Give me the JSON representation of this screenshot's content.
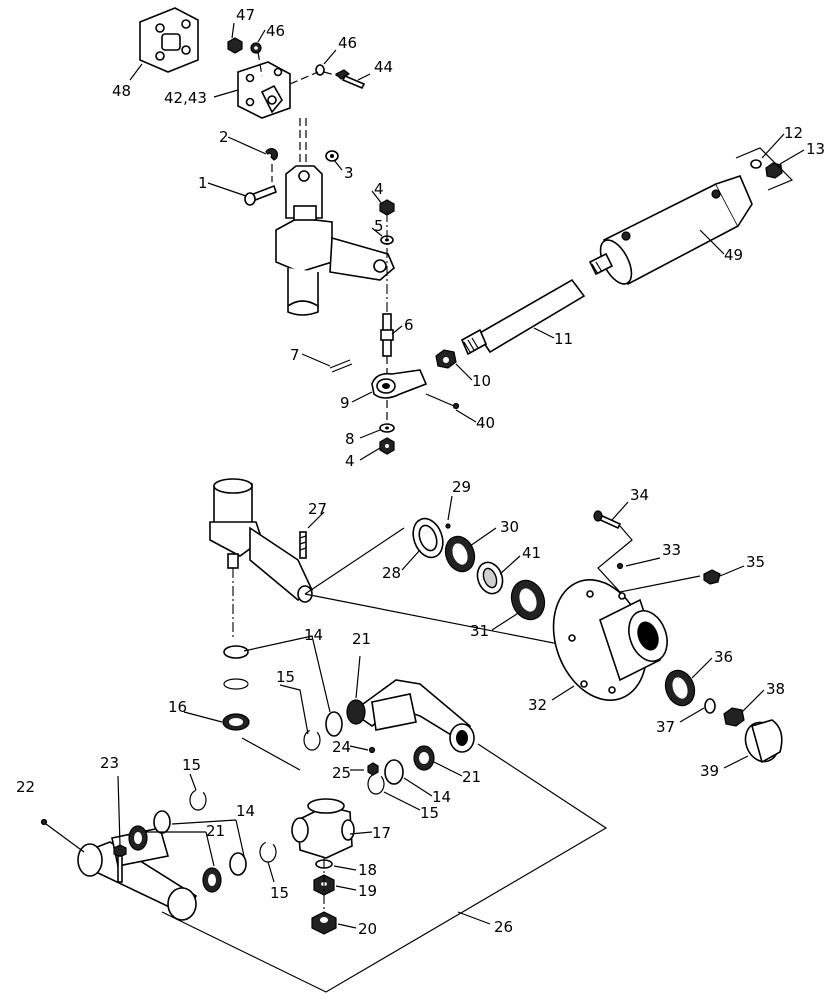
{
  "callouts": {
    "c1": "1",
    "c2": "2",
    "c3": "3",
    "c4a": "4",
    "c4b": "4",
    "c5": "5",
    "c6": "6",
    "c7": "7",
    "c8": "8",
    "c9": "9",
    "c10": "10",
    "c11": "11",
    "c12": "12",
    "c13": "13",
    "c14a": "14",
    "c14b": "14",
    "c14c": "14",
    "c15a": "15",
    "c15b": "15",
    "c15c": "15",
    "c15d": "15",
    "c16": "16",
    "c17": "17",
    "c18": "18",
    "c19": "19",
    "c20": "20",
    "c21a": "21",
    "c21b": "21",
    "c21c": "21",
    "c22": "22",
    "c23": "23",
    "c24": "24",
    "c25": "25",
    "c26": "26",
    "c27": "27",
    "c28": "28",
    "c29": "29",
    "c30": "30",
    "c31": "31",
    "c32": "32",
    "c33": "33",
    "c34": "34",
    "c35": "35",
    "c36": "36",
    "c37": "37",
    "c38": "38",
    "c39": "39",
    "c40": "40",
    "c41": "41",
    "c42_43": "42,43",
    "c44": "44",
    "c46a": "46",
    "c46b": "46",
    "c47": "47",
    "c48": "48",
    "c49": "49"
  }
}
